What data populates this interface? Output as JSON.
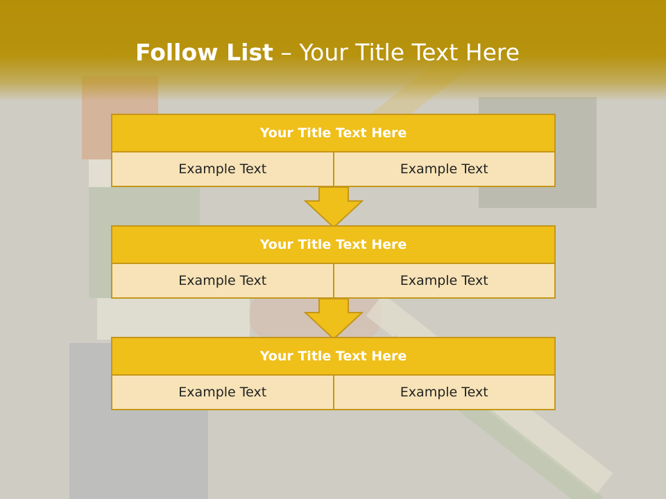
{
  "header": {
    "title_bold": "Follow List",
    "title_rest": " – Your Title Text Here"
  },
  "boxes": [
    {
      "title": "Your Title Text Here",
      "left": "Example Text",
      "right": "Example Text"
    },
    {
      "title": "Your Title Text Here",
      "left": "Example Text",
      "right": "Example Text"
    },
    {
      "title": "Your Title Text Here",
      "left": "Example Text",
      "right": "Example Text"
    }
  ],
  "colors": {
    "header": "#b58f08",
    "box_title": "#efbf1a",
    "box_cell": "#f7e3b7",
    "border": "#c4961a"
  }
}
